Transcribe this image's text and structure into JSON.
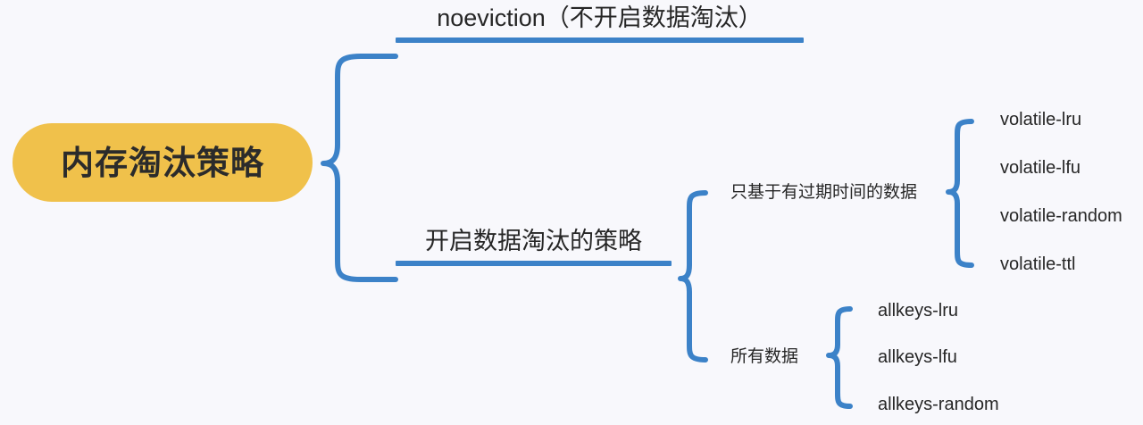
{
  "diagram": {
    "type": "mindmap",
    "title": "内存淘汰策略",
    "colors": {
      "background": "#f8f8fc",
      "root_fill": "#f0c14b",
      "connector_blue": "#3c82c8",
      "text": "#262626"
    }
  },
  "root": {
    "label": "内存淘汰策略"
  },
  "level1": [
    {
      "id": "noeviction",
      "label": "noeviction（不开启数据淘汰）"
    },
    {
      "id": "eviction",
      "label": "开启数据淘汰的策略"
    }
  ],
  "level2": [
    {
      "id": "volatile-group",
      "label": "只基于有过期时间的数据"
    },
    {
      "id": "allkeys-group",
      "label": "所有数据"
    }
  ],
  "leaves": {
    "volatile": [
      {
        "id": "volatile-lru",
        "label": "volatile-lru"
      },
      {
        "id": "volatile-lfu",
        "label": "volatile-lfu"
      },
      {
        "id": "volatile-random",
        "label": "volatile-random"
      },
      {
        "id": "volatile-ttl",
        "label": "volatile-ttl"
      }
    ],
    "allkeys": [
      {
        "id": "allkeys-lru",
        "label": "allkeys-lru"
      },
      {
        "id": "allkeys-lfu",
        "label": "allkeys-lfu"
      },
      {
        "id": "allkeys-random",
        "label": "allkeys-random"
      }
    ]
  },
  "connectors": [
    {
      "id": "brace-root",
      "from": "root",
      "to": [
        "noeviction",
        "eviction"
      ]
    },
    {
      "id": "brace-eviction",
      "from": "eviction",
      "to": [
        "volatile-group",
        "allkeys-group"
      ]
    },
    {
      "id": "brace-volatile",
      "from": "volatile-group",
      "to": [
        "volatile-lru",
        "volatile-lfu",
        "volatile-random",
        "volatile-ttl"
      ]
    },
    {
      "id": "brace-allkeys",
      "from": "allkeys-group",
      "to": [
        "allkeys-lru",
        "allkeys-lfu",
        "allkeys-random"
      ]
    }
  ]
}
